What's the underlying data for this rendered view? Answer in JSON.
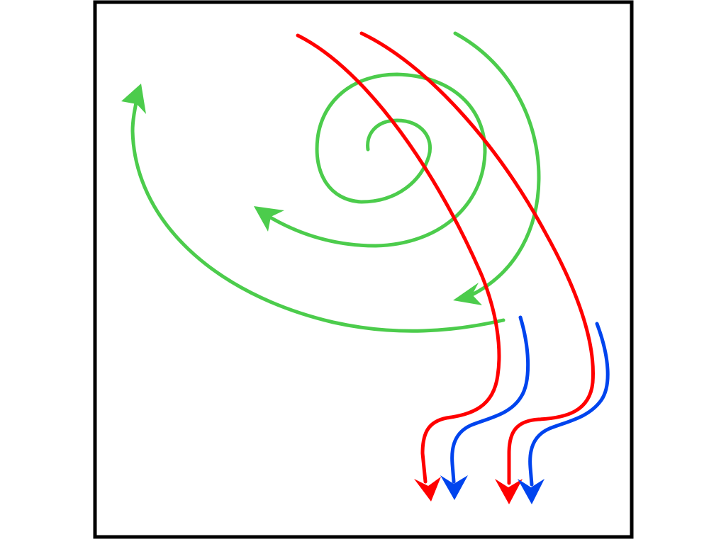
{
  "diagram": {
    "colors": {
      "frame": "#000000",
      "green": "#4ccc4c",
      "red": "#ff0000",
      "blue": "#0044ee"
    },
    "arrows": [
      {
        "name": "green-spiral-arrow",
        "color": "green",
        "has_arrowhead": true
      },
      {
        "name": "green-outer-arc-arrow",
        "color": "green",
        "has_arrowhead": true
      },
      {
        "name": "green-right-arc-arrow",
        "color": "green",
        "has_arrowhead": true
      },
      {
        "name": "red-left-arrow",
        "color": "red",
        "has_arrowhead": true
      },
      {
        "name": "red-right-arrow",
        "color": "red",
        "has_arrowhead": true
      },
      {
        "name": "blue-left-arrow",
        "color": "blue",
        "has_arrowhead": true
      },
      {
        "name": "blue-right-arrow",
        "color": "blue",
        "has_arrowhead": true
      }
    ]
  }
}
